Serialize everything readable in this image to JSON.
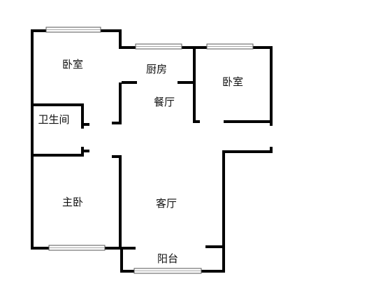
{
  "rooms": {
    "bedroom_left": "卧室",
    "kitchen": "厨房",
    "bedroom_right": "卧室",
    "dining": "餐厅",
    "bathroom": "卫生间",
    "master_bedroom": "主卧",
    "living": "客厅",
    "balcony": "阳台"
  },
  "colors": {
    "wall": "#000000",
    "background": "#ffffff",
    "window_frame": "#555555"
  }
}
